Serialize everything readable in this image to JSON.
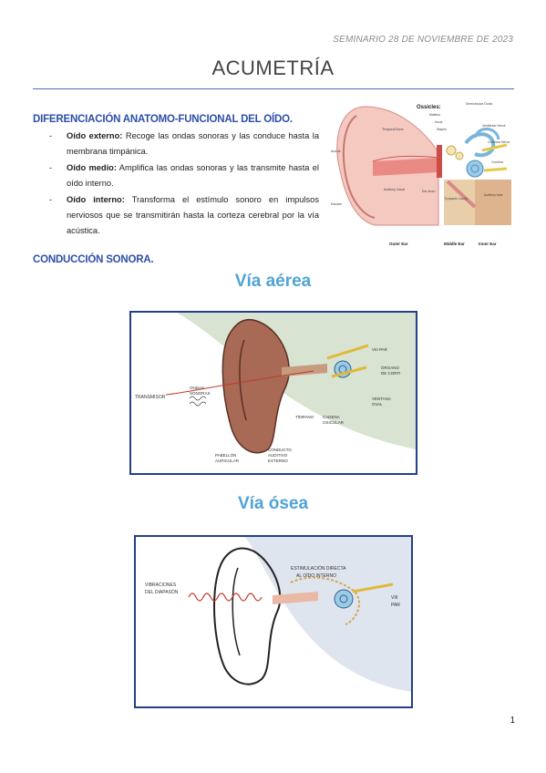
{
  "header_note": "SEMINARIO 28 DE NOVIEMBRE DE 2023",
  "title": "ACUMETRÍA",
  "section1": {
    "heading": "DIFERENCIACIÓN ANATOMO-FUNCIONAL DEL OÍDO.",
    "items": [
      {
        "term": "Oído externo:",
        "text": " Recoge las ondas sonoras y las conduce hasta la membrana timpánica."
      },
      {
        "term": "Oído medio:",
        "text": " Amplifica las ondas sonoras y las transmite hasta el oído interno."
      },
      {
        "term": "Oído interno:",
        "text": " Transforma el estímulo sonoro en impulsos nerviosos que se transmitirán hasta la corteza cerebral por la vía acústica."
      }
    ]
  },
  "anatomy_figure": {
    "ossicles_label": "Ossicles:",
    "labels": [
      "Malleus",
      "Incus",
      "Stapes",
      "Semicircular Ducts",
      "Vestibular Nerve",
      "Cochlear Nerve",
      "Cochlea",
      "Auditory tube",
      "Temporal Bone",
      "Auricle",
      "Auditory Canal",
      "Ear drum",
      "Tympanic Cavity",
      "Earlobe"
    ],
    "regions": [
      "Outer Ear",
      "Middle Ear",
      "Inner Ear"
    ]
  },
  "section2": {
    "heading": "CONDUCCIÓN SONORA."
  },
  "via_aerea": {
    "label": "Vía aérea",
    "annotations": {
      "transmisor": "TRANSMISOR",
      "ondas1": "ONDAS",
      "ondas2": "SONORAS",
      "pab1": "PABELLÓN",
      "pab2": "AURICULAR",
      "cond1": "CONDUCTO",
      "cond2": "AUDITIVO",
      "cond3": "EXTERNO",
      "timpano": "TÍMPANO",
      "cad1": "CADENA",
      "cad2": "OSICULAR",
      "par": "VIII PAR",
      "org1": "ÓRGANO",
      "org2": "DE CORTI",
      "vent1": "VENTANA",
      "vent2": "OVAL"
    }
  },
  "via_osea": {
    "label": "Vía ósea",
    "annotations": {
      "vib1": "VIBRACIONES",
      "vib2": "DEL DIAPASÓN",
      "est1": "ESTIMULACIÓN DIRECTA",
      "est2": "AL OÍDO INTERNO",
      "par1": "VIII",
      "par2": "PAR"
    }
  },
  "page_number": "1",
  "colors": {
    "heading": "#2e4fa8",
    "section_label": "#4fa3d6",
    "frame": "#223f8a",
    "rule": "#4f6fb0"
  }
}
